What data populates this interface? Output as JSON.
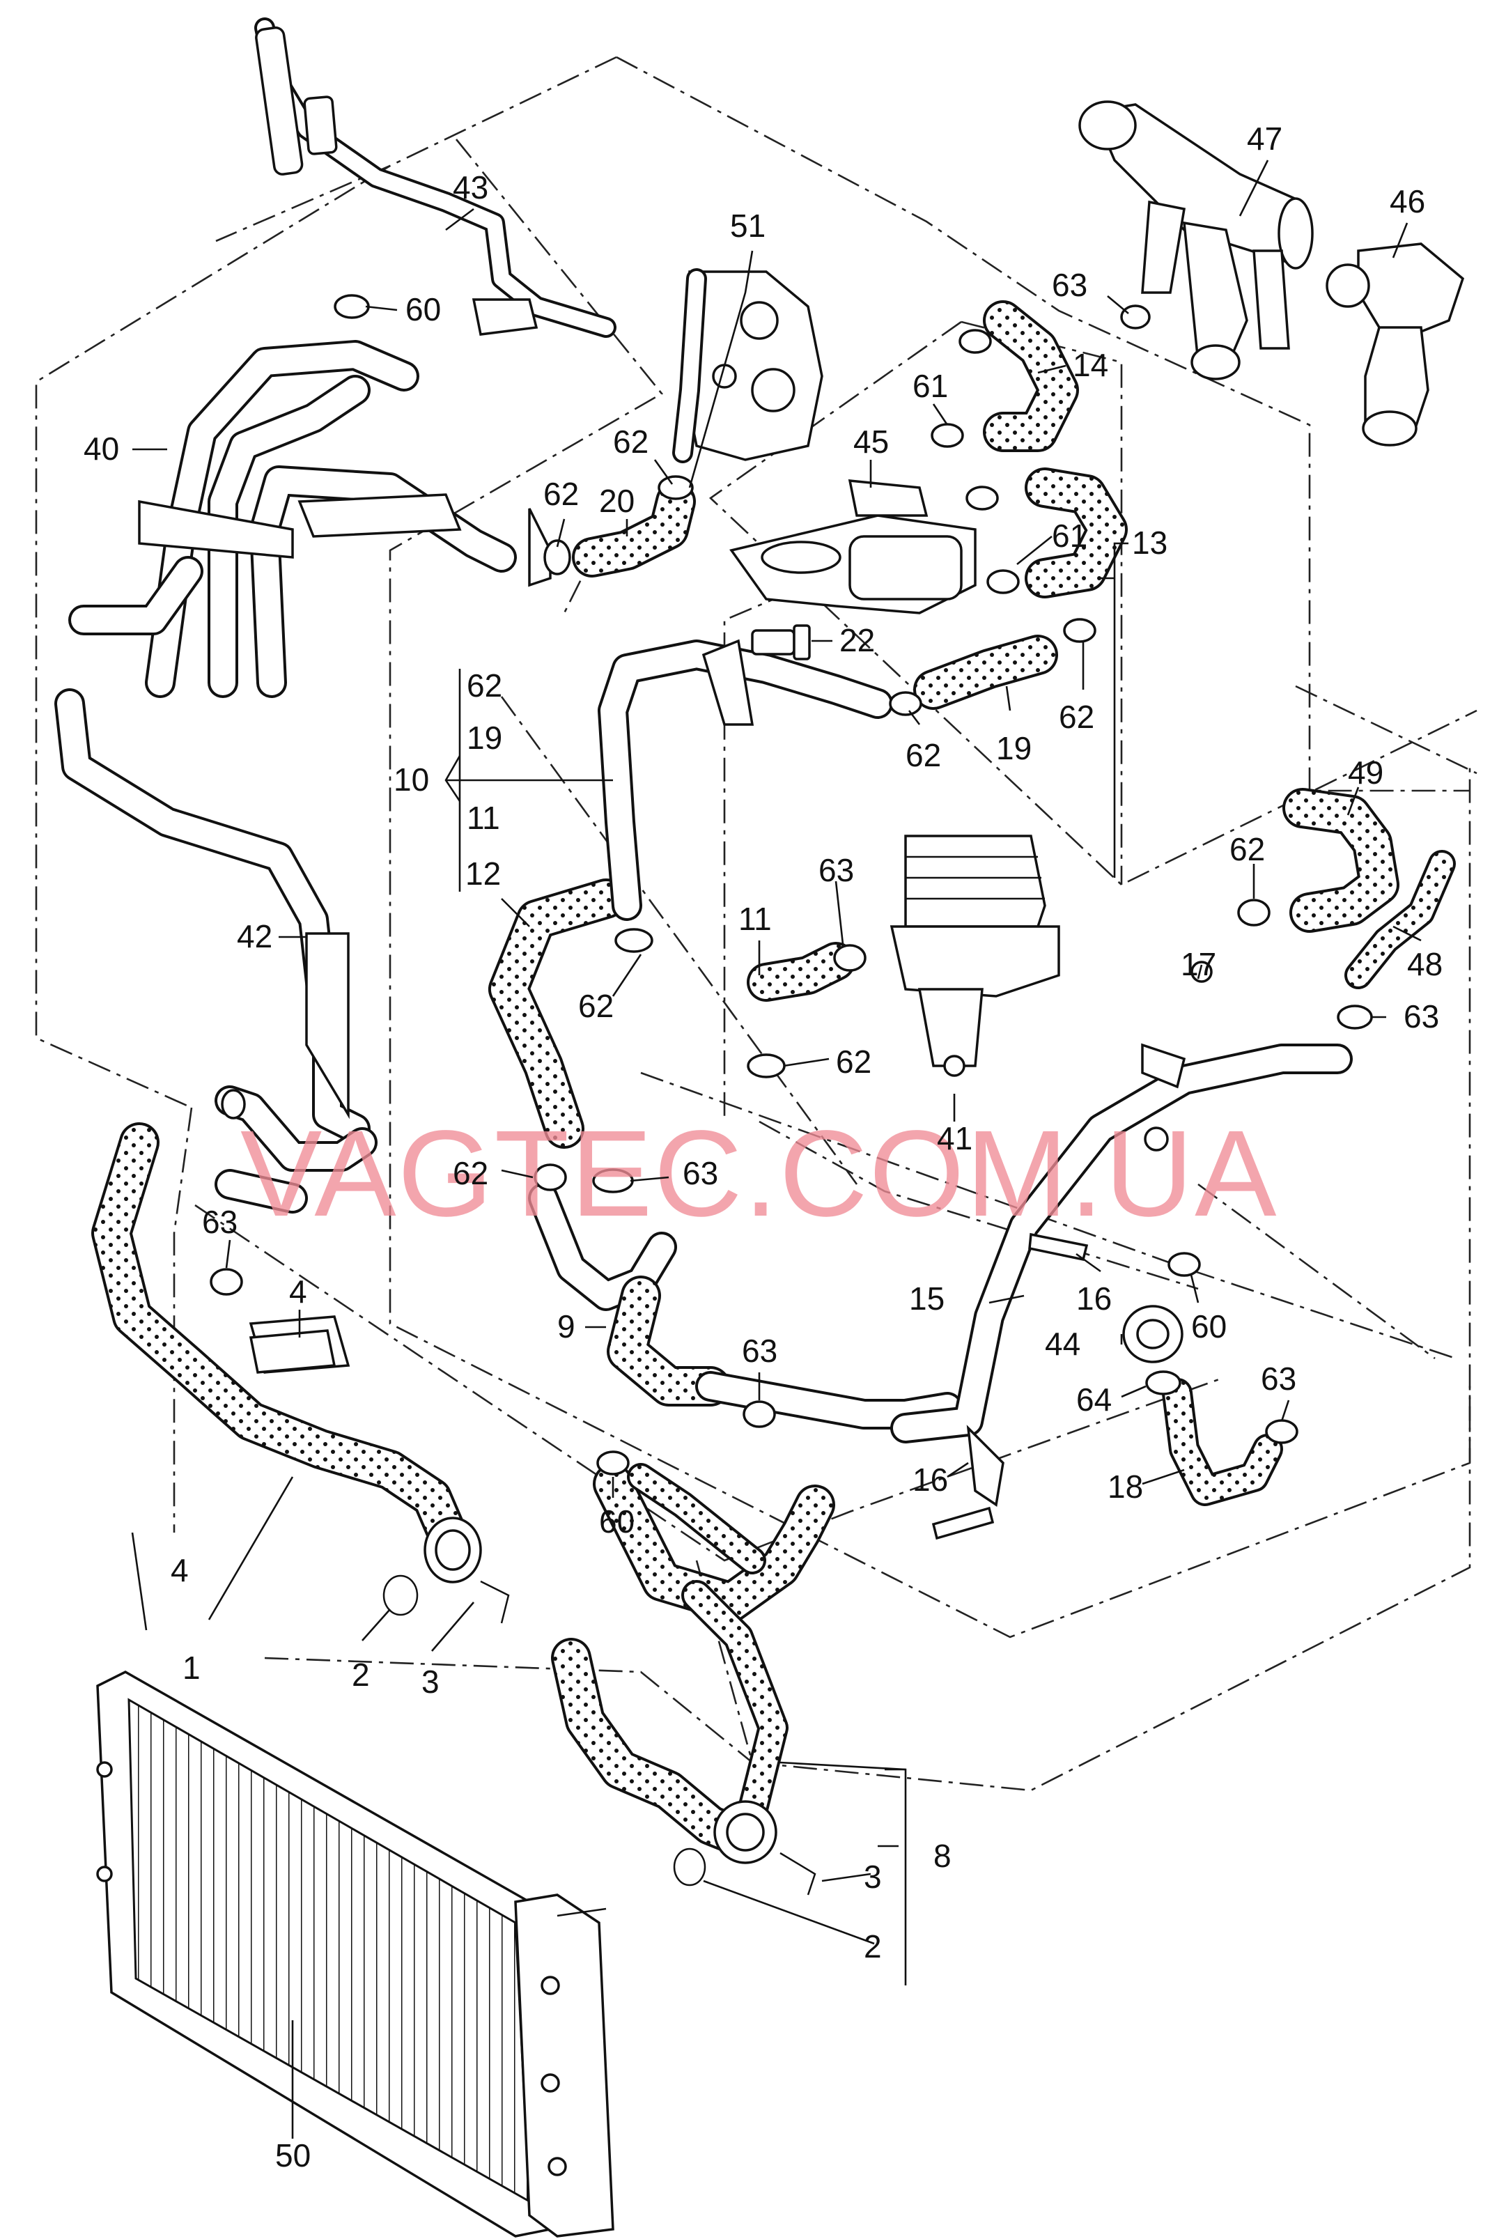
{
  "watermark": "VAGTEC.COM.UA",
  "labels": [
    {
      "id": "l43",
      "text": "43"
    },
    {
      "id": "l51",
      "text": "51"
    },
    {
      "id": "l47",
      "text": "47"
    },
    {
      "id": "l46",
      "text": "46"
    },
    {
      "id": "l63a",
      "text": "63"
    },
    {
      "id": "l60a",
      "text": "60"
    },
    {
      "id": "l14",
      "text": "14"
    },
    {
      "id": "l61a",
      "text": "61"
    },
    {
      "id": "l40",
      "text": "40"
    },
    {
      "id": "l62a",
      "text": "62"
    },
    {
      "id": "l45",
      "text": "45"
    },
    {
      "id": "l62b",
      "text": "62"
    },
    {
      "id": "l20",
      "text": "20"
    },
    {
      "id": "l61b",
      "text": "61"
    },
    {
      "id": "l13",
      "text": "13"
    },
    {
      "id": "l22",
      "text": "22"
    },
    {
      "id": "l62c",
      "text": "62"
    },
    {
      "id": "l19a",
      "text": "19"
    },
    {
      "id": "l62d",
      "text": "62"
    },
    {
      "id": "l10",
      "text": "10"
    },
    {
      "id": "l62e",
      "text": "62"
    },
    {
      "id": "l19b",
      "text": "19"
    },
    {
      "id": "l11a",
      "text": "11"
    },
    {
      "id": "l49",
      "text": "49"
    },
    {
      "id": "l12",
      "text": "12"
    },
    {
      "id": "l62f",
      "text": "62"
    },
    {
      "id": "l63b",
      "text": "63"
    },
    {
      "id": "l11b",
      "text": "11"
    },
    {
      "id": "l42",
      "text": "42"
    },
    {
      "id": "l48",
      "text": "48"
    },
    {
      "id": "l17",
      "text": "17"
    },
    {
      "id": "l62g",
      "text": "62"
    },
    {
      "id": "l63c",
      "text": "63"
    },
    {
      "id": "l62h",
      "text": "62"
    },
    {
      "id": "l41",
      "text": "41"
    },
    {
      "id": "l62i",
      "text": "62"
    },
    {
      "id": "l63d",
      "text": "63"
    },
    {
      "id": "l63e",
      "text": "63"
    },
    {
      "id": "l4a",
      "text": "4"
    },
    {
      "id": "l15",
      "text": "15"
    },
    {
      "id": "l16a",
      "text": "16"
    },
    {
      "id": "l60b",
      "text": "60"
    },
    {
      "id": "l9",
      "text": "9"
    },
    {
      "id": "l63f",
      "text": "63"
    },
    {
      "id": "l44",
      "text": "44"
    },
    {
      "id": "l64",
      "text": "64"
    },
    {
      "id": "l63g",
      "text": "63"
    },
    {
      "id": "l16b",
      "text": "16"
    },
    {
      "id": "l18",
      "text": "18"
    },
    {
      "id": "l60c",
      "text": "60"
    },
    {
      "id": "l4b",
      "text": "4"
    },
    {
      "id": "l1",
      "text": "1"
    },
    {
      "id": "l2a",
      "text": "2"
    },
    {
      "id": "l3a",
      "text": "3"
    },
    {
      "id": "l8",
      "text": "8"
    },
    {
      "id": "l3b",
      "text": "3"
    },
    {
      "id": "l2b",
      "text": "2"
    },
    {
      "id": "l50",
      "text": "50"
    }
  ]
}
